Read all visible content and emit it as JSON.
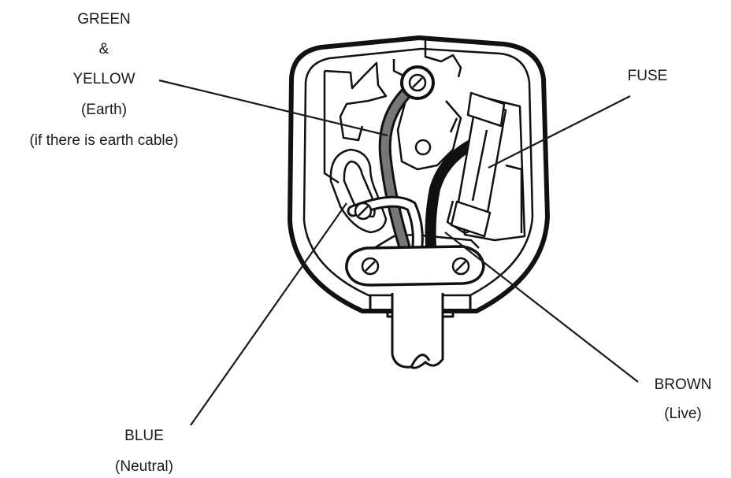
{
  "labels": {
    "earth": {
      "line1": "GREEN",
      "line2": "&",
      "line3": "YELLOW",
      "line4": "(Earth)",
      "line5": "(if there is earth cable)"
    },
    "fuse": {
      "line1": "FUSE"
    },
    "live": {
      "line1": "BROWN",
      "line2": "(Live)"
    },
    "neutral": {
      "line1": "BLUE",
      "line2": "(Neutral)"
    }
  },
  "colors": {
    "ink": "#111111",
    "earth_wire": "#777777",
    "live_wire": "#111111",
    "neutral_wire": "#ffffff"
  }
}
